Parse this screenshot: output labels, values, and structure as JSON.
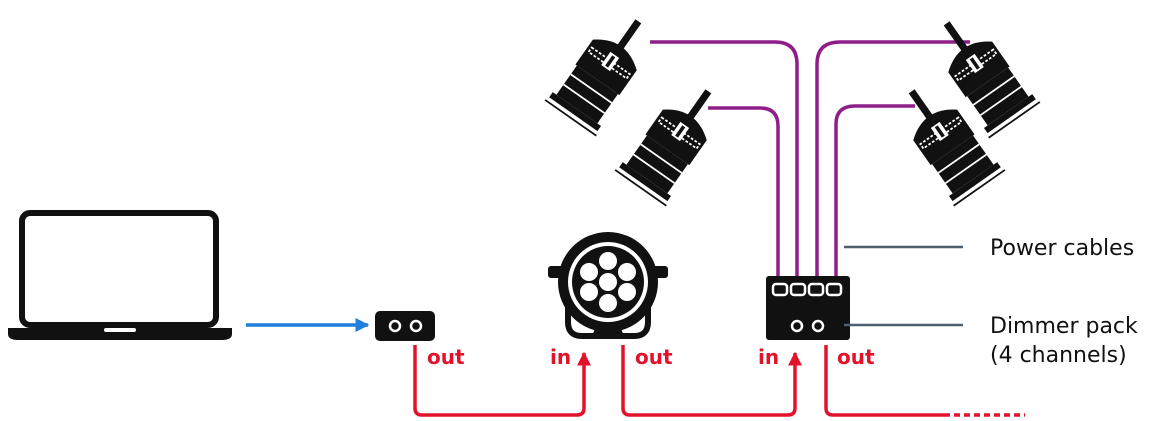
{
  "colors": {
    "usb": "#1f7fdc",
    "dmx": "#e3122b",
    "power": "#8e1f8a",
    "annotation_line": "#4d5e6c",
    "device": "#111111"
  },
  "devices": {
    "laptop": {
      "icon": "laptop-icon"
    },
    "interface": {
      "icon": "dmx-interface-icon"
    },
    "par": {
      "icon": "led-par-icon"
    },
    "dimmer": {
      "icon": "dimmer-pack-icon"
    },
    "spotlights": [
      {
        "icon": "spotlight-icon"
      },
      {
        "icon": "spotlight-icon"
      },
      {
        "icon": "spotlight-icon"
      },
      {
        "icon": "spotlight-icon"
      }
    ]
  },
  "ports": {
    "interface_out": "out",
    "par_in": "in",
    "par_out": "out",
    "dimmer_in": "in",
    "dimmer_out": "out"
  },
  "annotations": {
    "power_cables": "Power cables",
    "dimmer_pack_line1": "Dimmer pack",
    "dimmer_pack_line2": "(4 channels)"
  }
}
